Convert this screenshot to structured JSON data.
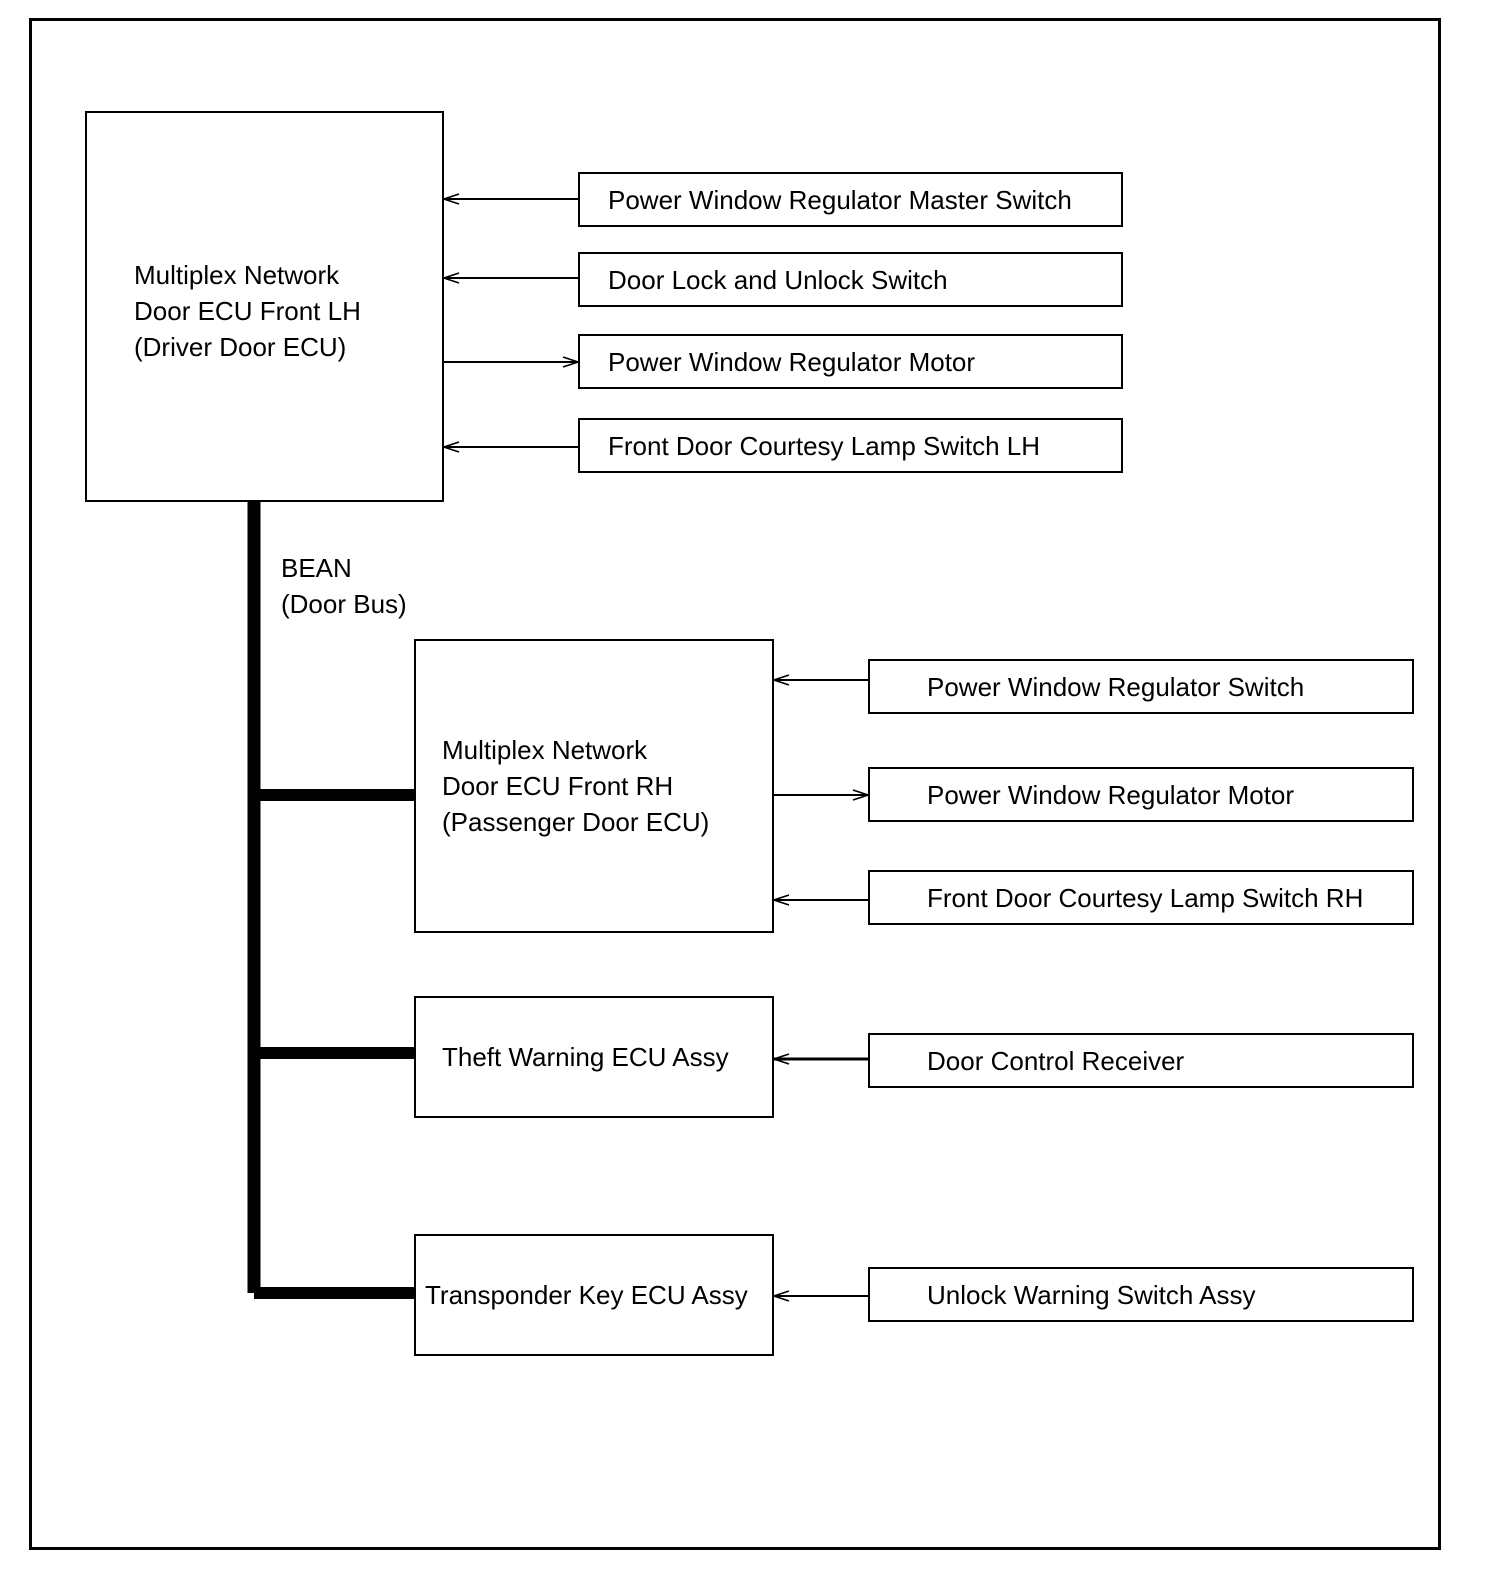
{
  "ecus": {
    "driver": {
      "title": "Multiplex Network\nDoor ECU Front LH\n(Driver Door ECU)"
    },
    "passenger": {
      "title": "Multiplex Network\nDoor ECU Front RH\n(Passenger Door ECU)"
    },
    "theft": {
      "title": "Theft Warning ECU Assy"
    },
    "transponder": {
      "title": "Transponder Key ECU Assy"
    }
  },
  "driver_devices": [
    {
      "label": "Power Window Regulator Master Switch",
      "direction": "input"
    },
    {
      "label": "Door Lock and Unlock Switch",
      "direction": "input"
    },
    {
      "label": "Power Window Regulator Motor",
      "direction": "output"
    },
    {
      "label": "Front Door Courtesy Lamp Switch LH",
      "direction": "input"
    }
  ],
  "passenger_devices": [
    {
      "label": "Power Window Regulator Switch",
      "direction": "input"
    },
    {
      "label": "Power Window Regulator Motor",
      "direction": "output"
    },
    {
      "label": "Front Door Courtesy Lamp Switch RH",
      "direction": "input"
    }
  ],
  "theft_devices": [
    {
      "label": "Door Control Receiver",
      "direction": "input"
    }
  ],
  "transponder_devices": [
    {
      "label": "Unlock Warning Switch Assy",
      "direction": "input"
    }
  ],
  "bus": {
    "label": "BEAN\n(Door Bus)"
  }
}
